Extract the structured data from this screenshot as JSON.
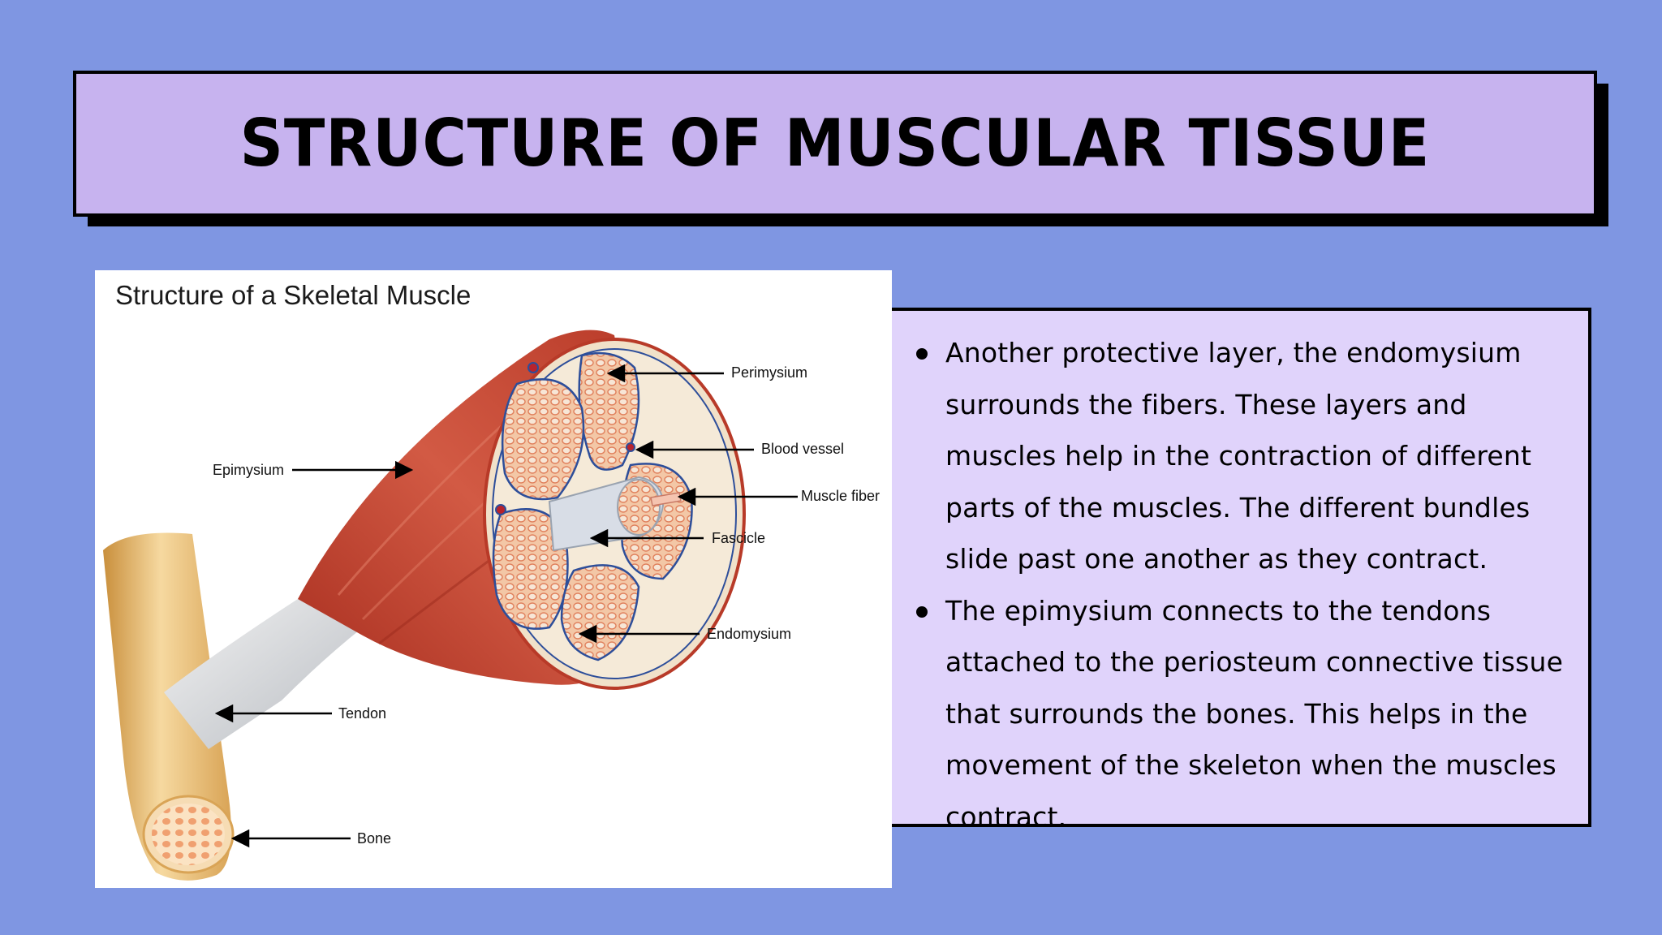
{
  "slide": {
    "title": "STRUCTURE OF MUSCULAR TISSUE"
  },
  "figure": {
    "title": "Structure of a Skeletal Muscle",
    "labels": {
      "perimysium": "Perimysium",
      "epimysium": "Epimysium",
      "blood_vessel": "Blood vessel",
      "muscle_fiber": "Muscle fiber",
      "fascicle": "Fascicle",
      "endomysium": "Endomysium",
      "tendon": "Tendon",
      "bone": "Bone"
    }
  },
  "bullets": [
    "Another protective layer, the endomysium surrounds the fibers. These layers and muscles help in the contraction of different parts of the muscles. The different bundles slide past one another as they contract.",
    "The epimysium connects to the tendons attached to the periosteum connective tissue that surrounds the bones. This helps in the movement of the skeleton when the muscles contract."
  ],
  "colors": {
    "background": "#7f96e2",
    "title_fill": "#c7b3ef",
    "text_panel_fill": "#e0d3fb",
    "muscle_red": "#c0402d",
    "bone_tan": "#e8b868"
  }
}
